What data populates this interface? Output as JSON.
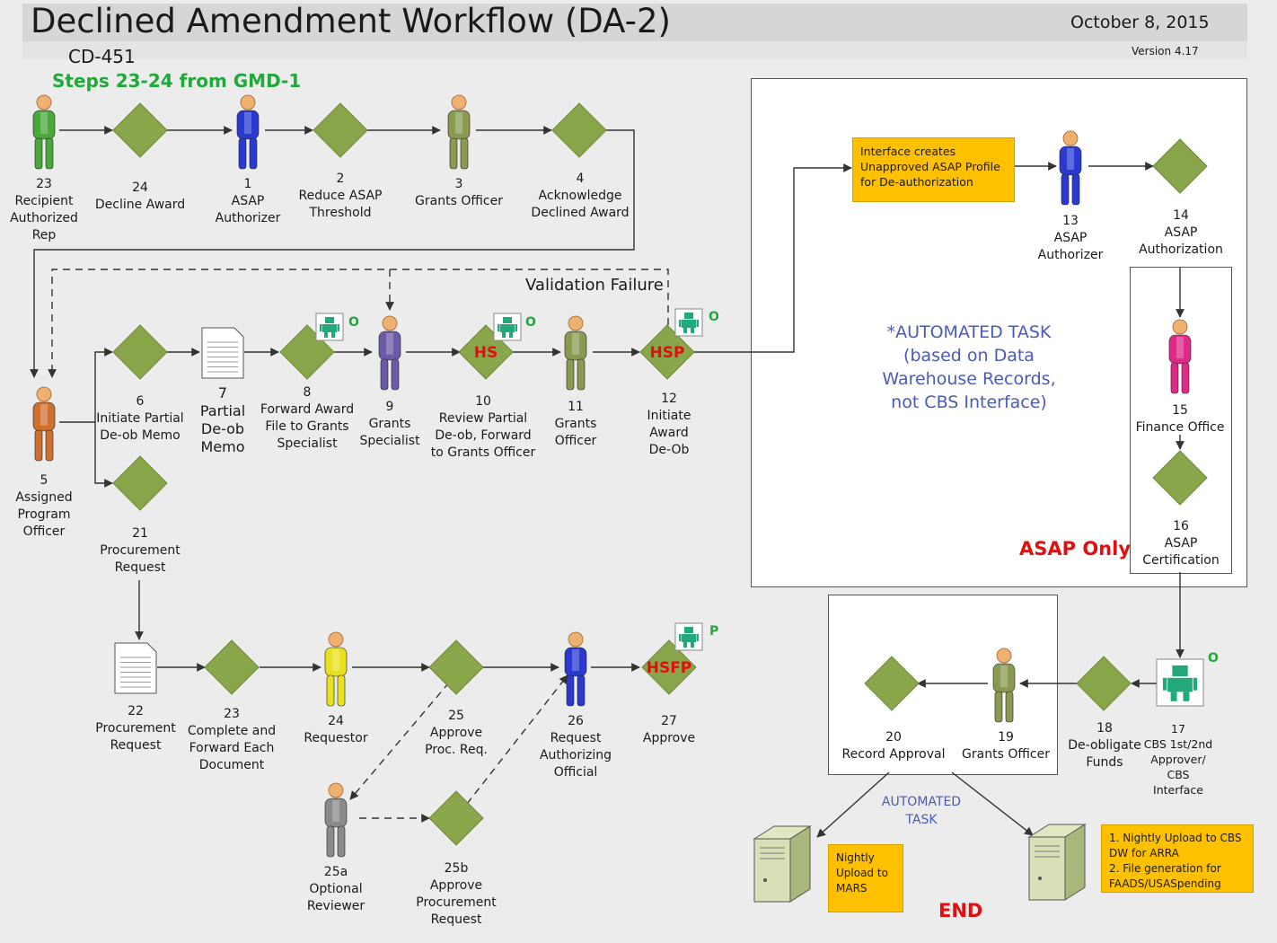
{
  "header": {
    "title": "Declined Amendment Workflow (DA-2)",
    "date": "October 8, 2015",
    "version": "Version 4.17",
    "doc_id": "CD-451",
    "steps_note": "Steps 23-24 from GMD-1"
  },
  "nodes": {
    "n23a": "23\nRecipient\nAuthorized\nRep",
    "n24a": "24\nDecline Award",
    "n1": "1\nASAP\nAuthorizer",
    "n2": "2\nReduce ASAP\nThreshold",
    "n3": "3\nGrants Officer",
    "n4": "4\nAcknowledge\nDeclined Award",
    "n5": "5\nAssigned\nProgram\nOfficer",
    "n6": "6\nInitiate Partial\nDe-ob Memo",
    "n7": "7\nPartial\nDe-ob\nMemo",
    "n8": "8\nForward Award\nFile to Grants\nSpecialist",
    "n9": "9\nGrants\nSpecialist",
    "n10": "10\nReview Partial\nDe-ob, Forward\nto Grants Officer",
    "n11": "11\nGrants\nOfficer",
    "n12": "12\nInitiate\nAward\nDe-Ob",
    "n13": "13\nASAP\nAuthorizer",
    "n14": "14\nASAP\nAuthorization",
    "n15": "15\nFinance Office",
    "n16": "16\nASAP\nCertification",
    "n17": "17\nCBS 1st/2nd\nApprover/\nCBS\nInterface",
    "n18": "18\nDe-obligate\nFunds",
    "n19": "19\nGrants Officer",
    "n20": "20\nRecord Approval",
    "n21": "21\nProcurement\nRequest",
    "n22": "22\nProcurement\nRequest",
    "n23b": "23\nComplete and\nForward Each\nDocument",
    "n24b": "24\nRequestor",
    "n25": "25\nApprove\nProc. Req.",
    "n25a": "25a\nOptional\nReviewer",
    "n25b": "25b\nApprove\nProcurement\nRequest",
    "n26": "26\nRequest\nAuthorizing\nOfficial",
    "n27": "27\nApprove"
  },
  "annotations": {
    "validation_failure": "Validation Failure",
    "interface_note": "Interface creates\nUnapproved ASAP Profile\nfor De-authorization",
    "automated_task": "*AUTOMATED TASK\n(based on Data\nWarehouse Records,\nnot CBS Interface)",
    "asap_only": "ASAP Only",
    "automated_task_small": "AUTOMATED\nTASK",
    "mars_note": "Nightly\nUpload to\nMARS",
    "cbs_note": "1. Nightly Upload to CBS\nDW for ARRA\n2. File generation for\nFAADS/USASpending",
    "end": "END",
    "hs": "HS",
    "hsp": "HSP",
    "hsfp": "HSFP",
    "role_o": "O",
    "role_p": "P"
  },
  "colors": {
    "diamond": "#8aa64a",
    "person_green": "#4aa83a",
    "person_blue": "#2a3ad0",
    "person_olive": "#8a9a50",
    "person_purple": "#6a5aa8",
    "person_orange": "#d07030",
    "person_pink": "#e02a8a",
    "person_yellow": "#e8e020",
    "person_gray": "#8a8a8a",
    "robot": "#22a87a",
    "note": "#ffc000",
    "accent_red": "#e01010"
  }
}
